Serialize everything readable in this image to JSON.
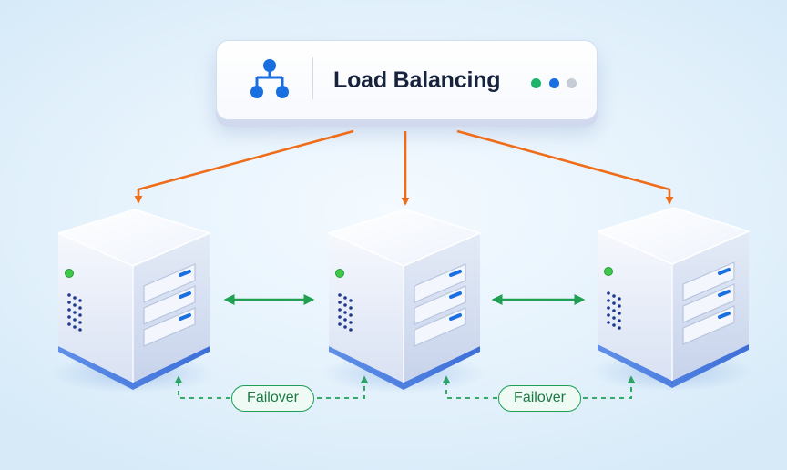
{
  "header": {
    "title": "Load Balancing",
    "icon": "network-hierarchy-icon",
    "status_dots": [
      "#1db36a",
      "#1a6fe0",
      "#c6ccd6"
    ]
  },
  "servers": [
    {
      "name": "server-left",
      "status_color": "#3ec94a"
    },
    {
      "name": "server-center",
      "status_color": "#3ec94a"
    },
    {
      "name": "server-right",
      "status_color": "#3ec94a"
    }
  ],
  "links": {
    "distribution_color": "#ef6d1a",
    "sync_color": "#1fa052"
  },
  "failover": [
    {
      "label": "Failover"
    },
    {
      "label": "Failover"
    }
  ]
}
